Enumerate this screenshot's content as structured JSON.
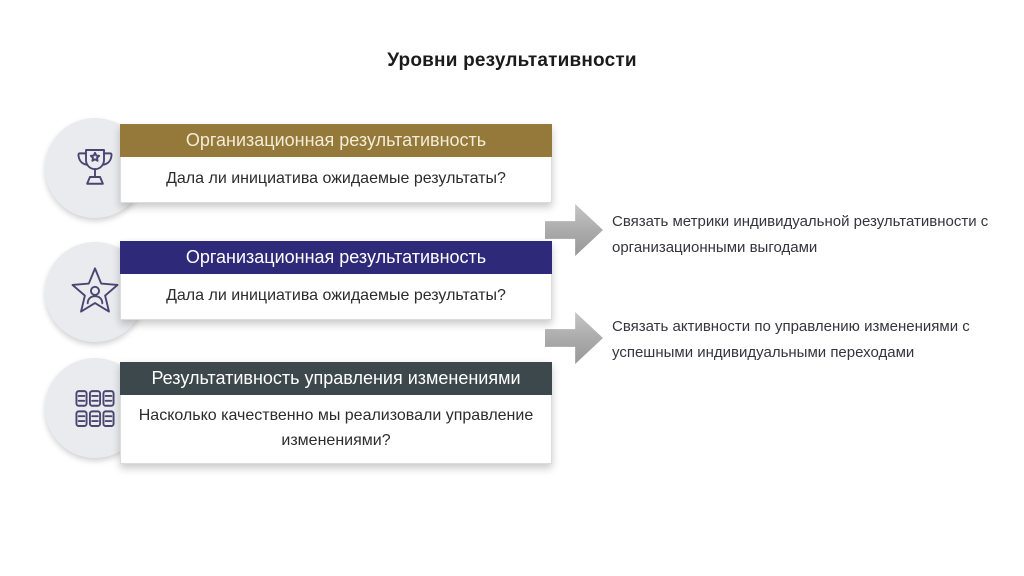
{
  "title": "Уровни результативности",
  "rows": [
    {
      "icon": "trophy-icon",
      "header": "Организационная результативность",
      "header_color": "#95793b",
      "body": "Дала ли инициатива ожидаемые результаты?"
    },
    {
      "icon": "star-person-icon",
      "header": "Организационная результативность",
      "header_color": "#2e2a79",
      "body": "Дала ли инициатива ожидаемые результаты?"
    },
    {
      "icon": "panels-icon",
      "header": "Результативность управления изменениями",
      "header_color": "#3d484c",
      "body": "Насколько качественно мы реализовали управление изменениями?"
    }
  ],
  "notes": [
    {
      "text": "Связать метрики индивидуальной результативности с организационными выгодами"
    },
    {
      "text": "Связать активности по управлению изменениями с успешными индивидуальными переходами"
    }
  ],
  "colors": {
    "header_gold": "#95793b",
    "header_navy": "#2e2a79",
    "header_slate": "#3d484c",
    "arrow_gray": "#a9a9a9",
    "icon_stroke": "#4a4672",
    "circle_bg": "#e9ebee"
  }
}
